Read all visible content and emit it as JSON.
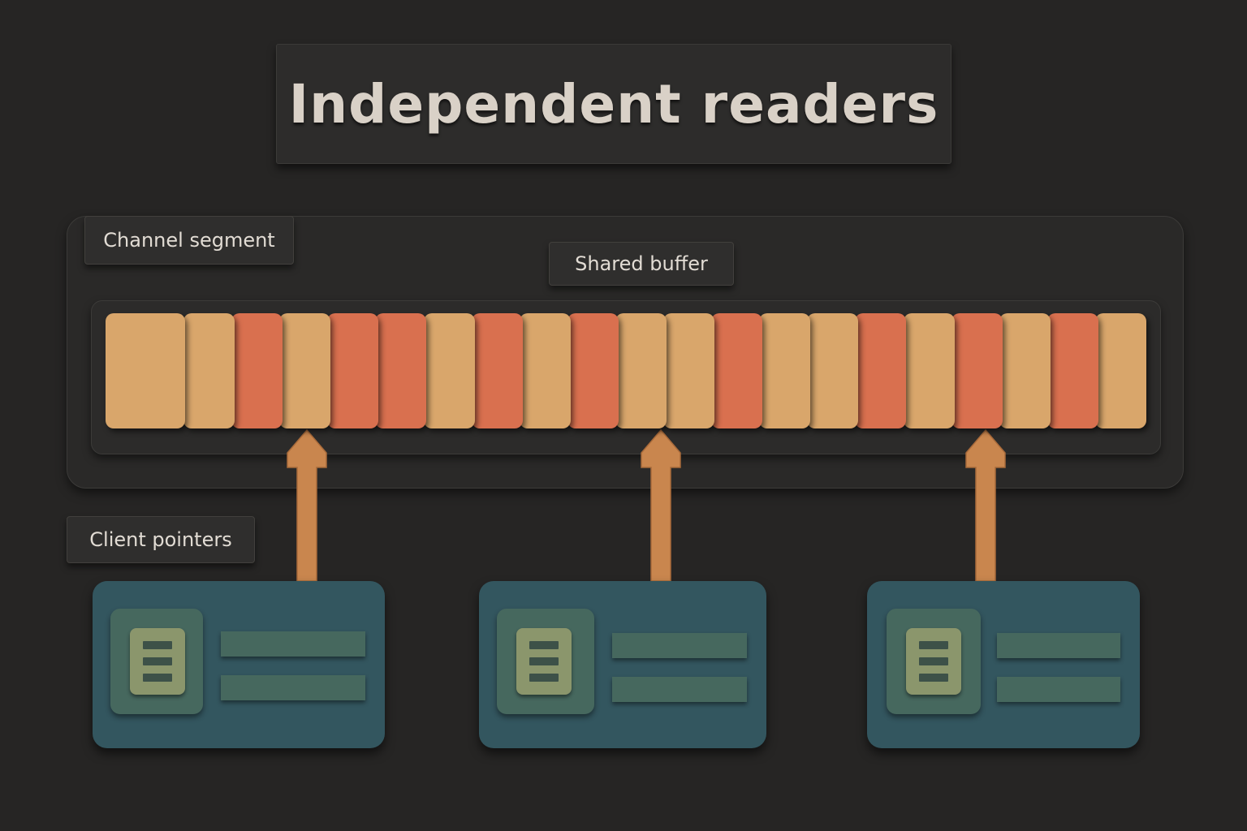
{
  "title": "Independent readers",
  "labels": {
    "segment": "Channel segment",
    "buffer": "Shared buffer",
    "clients": "Client pointers"
  },
  "buffer_cells": [
    "tan",
    "tan",
    "coral",
    "tan",
    "coral",
    "coral",
    "tan",
    "coral",
    "tan",
    "coral",
    "tan",
    "tan",
    "coral",
    "tan",
    "tan",
    "coral",
    "tan",
    "coral",
    "tan",
    "coral",
    "tan"
  ],
  "client_count": 3,
  "colors": {
    "background": "#262524",
    "cell_tan": "#d9a66b",
    "cell_coral": "#d9704f",
    "arrow": "#c9864e",
    "client_card": "#33565f",
    "client_icon": "#8b966c"
  }
}
